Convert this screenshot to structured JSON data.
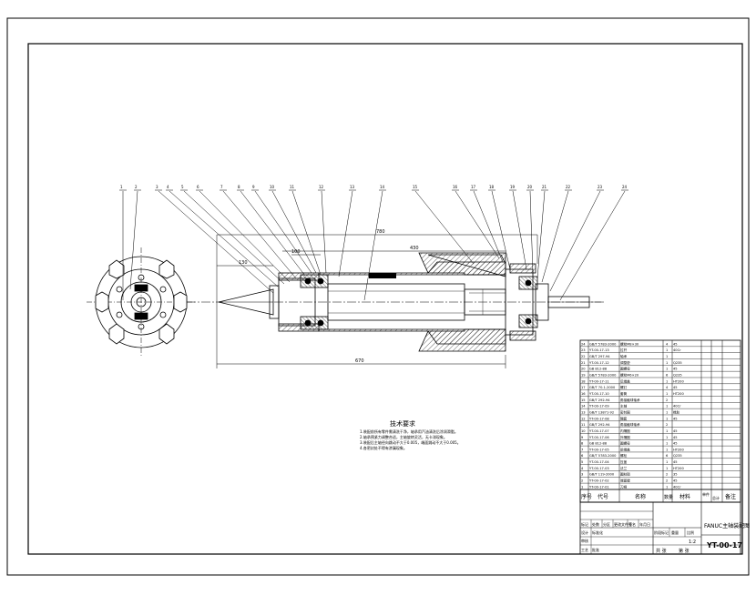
{
  "title_block": {
    "drawing_name": "FANUC主轴装配图",
    "drawing_no": "YT-00-17",
    "scale": "1:2",
    "total_sheets": "共 张",
    "sheet_of": "第 张",
    "header_cells": [
      "标记",
      "处数",
      "分区",
      "更改文件号",
      "签名",
      "年月日"
    ],
    "role_cells": [
      "设计",
      "标准化",
      "审核",
      "工艺",
      "批准"
    ],
    "stage_cells": [
      "阶段标记",
      "重量",
      "比例"
    ]
  },
  "bom": {
    "headers": [
      "序号",
      "代号",
      "名称",
      "数量",
      "材料",
      "单件",
      "总计",
      "备注"
    ],
    "rows": [
      {
        "no": "24",
        "code": "GB/T 5783-2000",
        "name": "螺栓M8×30",
        "qty": "4",
        "mat": "45"
      },
      {
        "no": "23",
        "code": "YT-00-17-13",
        "name": "拉杆",
        "qty": "1",
        "mat": "40Cr"
      },
      {
        "no": "22",
        "code": "GB/T 297-94",
        "name": "轴承",
        "qty": "1",
        "mat": ""
      },
      {
        "no": "21",
        "code": "YT-00-17-12",
        "name": "调整垫",
        "qty": "1",
        "mat": "Q235"
      },
      {
        "no": "20",
        "code": "GB 812-88",
        "name": "圆螺母",
        "qty": "1",
        "mat": "45"
      },
      {
        "no": "19",
        "code": "GB/T 5783-2000",
        "name": "螺栓M6×20",
        "qty": "6",
        "mat": "Q235"
      },
      {
        "no": "18",
        "code": "YT-00-17-11",
        "name": "后端盖",
        "qty": "1",
        "mat": "HT200"
      },
      {
        "no": "17",
        "code": "GB/T 70.1-2000",
        "name": "螺钉",
        "qty": "4",
        "mat": "45"
      },
      {
        "no": "16",
        "code": "YT-00-17-10",
        "name": "套筒",
        "qty": "1",
        "mat": "HT200"
      },
      {
        "no": "15",
        "code": "GB/T 292-94",
        "name": "角接触球轴承",
        "qty": "2",
        "mat": ""
      },
      {
        "no": "14",
        "code": "YT-00-17-09",
        "name": "主轴",
        "qty": "1",
        "mat": "40Cr"
      },
      {
        "no": "13",
        "code": "GB/T 13871-92",
        "name": "密封圈",
        "qty": "1",
        "mat": "橡胶"
      },
      {
        "no": "12",
        "code": "YT-00-17-08",
        "name": "隔套",
        "qty": "1",
        "mat": "45"
      },
      {
        "no": "11",
        "code": "GB/T 292-94",
        "name": "角接触球轴承",
        "qty": "2",
        "mat": ""
      },
      {
        "no": "10",
        "code": "YT-00-17-07",
        "name": "内隔圈",
        "qty": "1",
        "mat": "45"
      },
      {
        "no": "9",
        "code": "YT-00-17-06",
        "name": "外隔圈",
        "qty": "1",
        "mat": "45"
      },
      {
        "no": "8",
        "code": "GB 812-88",
        "name": "圆螺母",
        "qty": "1",
        "mat": "45"
      },
      {
        "no": "7",
        "code": "YT-00-17-05",
        "name": "前端盖",
        "qty": "1",
        "mat": "HT200"
      },
      {
        "no": "6",
        "code": "GB/T 5783-2000",
        "name": "螺栓",
        "qty": "6",
        "mat": "Q235"
      },
      {
        "no": "5",
        "code": "YT-00-17-04",
        "name": "压盖",
        "qty": "1",
        "mat": "45"
      },
      {
        "no": "4",
        "code": "YT-00-17-03",
        "name": "法兰",
        "qty": "1",
        "mat": "HT200"
      },
      {
        "no": "3",
        "code": "GB/T 119-2000",
        "name": "圆柱销",
        "qty": "2",
        "mat": "35"
      },
      {
        "no": "2",
        "code": "YT-00-17-02",
        "name": "端面键",
        "qty": "2",
        "mat": "45"
      },
      {
        "no": "1",
        "code": "YT-00-17-01",
        "name": "刀柄",
        "qty": "1",
        "mat": "40Cr"
      }
    ]
  },
  "tech_req": {
    "title": "技术要求",
    "lines": [
      "1.装配前所有零件需清洗干净，轴承用汽油清洗后涂润滑脂。",
      "2.轴承预紧力调整合适，主轴旋转灵活，无卡滞现象。",
      "3.装配后主轴径向跳动不大于0.005，端面跳动不大于0.005。",
      "4.各密封处不得有渗漏现象。"
    ]
  },
  "callouts": [
    "1",
    "2",
    "3",
    "4",
    "5",
    "6",
    "7",
    "8",
    "9",
    "10",
    "11",
    "12",
    "13",
    "14",
    "15",
    "16",
    "17",
    "18",
    "19",
    "20",
    "21",
    "22",
    "23",
    "24"
  ],
  "dimensions": {
    "d_total": "780",
    "d_inner": "430",
    "d_front": "130",
    "d_overall": "670",
    "d_small": "100"
  }
}
